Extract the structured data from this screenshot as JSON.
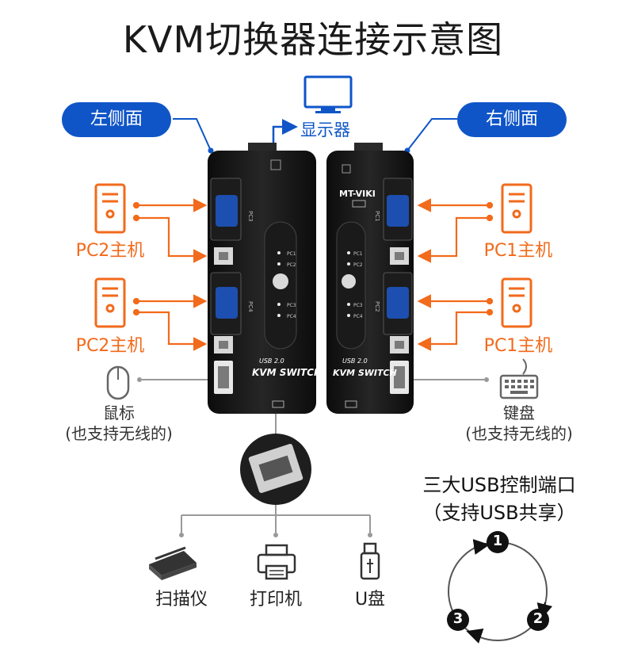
{
  "title": "KVM切换器连接示意图",
  "left_side_label": "左侧面",
  "right_side_label": "右侧面",
  "monitor_label": "显示器",
  "left_pcs": [
    "PC2主机",
    "PC2主机"
  ],
  "right_pcs": [
    "PC1主机",
    "PC1主机"
  ],
  "mouse": {
    "label": "鼠标",
    "note": "(也支持无线的)"
  },
  "keyboard": {
    "label": "键盘",
    "note": "(也支持无线的)"
  },
  "usb_devices": [
    "扫描仪",
    "打印机",
    "U盘"
  ],
  "usb_ports": {
    "title": "三大USB控制端口",
    "subtitle": "（支持USB共享）",
    "numbers": [
      "1",
      "2",
      "3"
    ]
  },
  "device": {
    "brand": "MT-VIKI",
    "usb_version": "USB 2.0",
    "model": "KVM SWITCH",
    "port_tags_left": [
      "PC3",
      "PC4"
    ],
    "port_tags_right": [
      "PC1",
      "PC2"
    ],
    "led_labels_left": [
      "PC1",
      "PC2",
      "PC3",
      "PC4"
    ],
    "led_labels_right": [
      "PC1",
      "PC2",
      "PC3",
      "PC4"
    ]
  },
  "colors": {
    "accent_blue": "#0f55c8",
    "arrow_orange": "#f26a1b",
    "line_grey": "#999999",
    "device_black": "#141414"
  }
}
